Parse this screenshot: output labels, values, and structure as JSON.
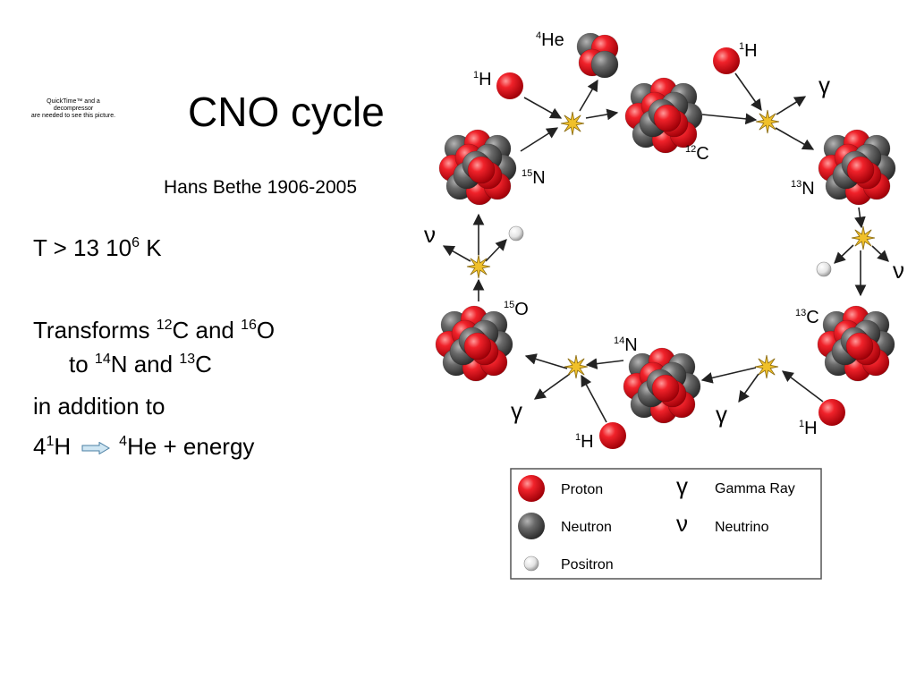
{
  "quicktime_notice": [
    "QuickTime™ and a",
    "decompressor",
    "are needed to see this picture."
  ],
  "title": "CNO cycle",
  "subtitle": "Hans Bethe 1906-2005",
  "bullets": {
    "temp": {
      "pre": "T > 13 10",
      "sup": "6",
      "post": " K"
    },
    "transforms": {
      "t1": "Transforms ",
      "s1": "12",
      "t2": "C and ",
      "s2": "16",
      "t3": "O"
    },
    "to_line": {
      "t1": "to ",
      "s1": "14",
      "t2": "N and ",
      "s2": "13",
      "t3": "C"
    },
    "addition": "in addition to",
    "reaction": {
      "n": "4",
      "s1": "1",
      "h": "H",
      "s2": "4",
      "rest": "He + energy"
    }
  },
  "colors": {
    "proton": "#e8141b",
    "neutron": "#5a5a5a",
    "positron": "#f2f2f2",
    "star": "#f0c02a",
    "arrow": "#222222"
  },
  "nuclei": {
    "c12": {
      "sup": "12",
      "el": "C"
    },
    "n13": {
      "sup": "13",
      "el": "N"
    },
    "c13": {
      "sup": "13",
      "el": "C"
    },
    "n14": {
      "sup": "14",
      "el": "N"
    },
    "o15": {
      "sup": "15",
      "el": "O"
    },
    "n15": {
      "sup": "15",
      "el": "N"
    },
    "he4": {
      "sup": "4",
      "el": "He"
    },
    "h1": {
      "sup": "1",
      "el": "H"
    }
  },
  "symbols": {
    "gamma": "γ",
    "nu": "ν"
  },
  "legend": {
    "proton": "Proton",
    "neutron": "Neutron",
    "positron": "Positron",
    "gamma_ray": "Gamma Ray",
    "neutrino": "Neutrino"
  }
}
